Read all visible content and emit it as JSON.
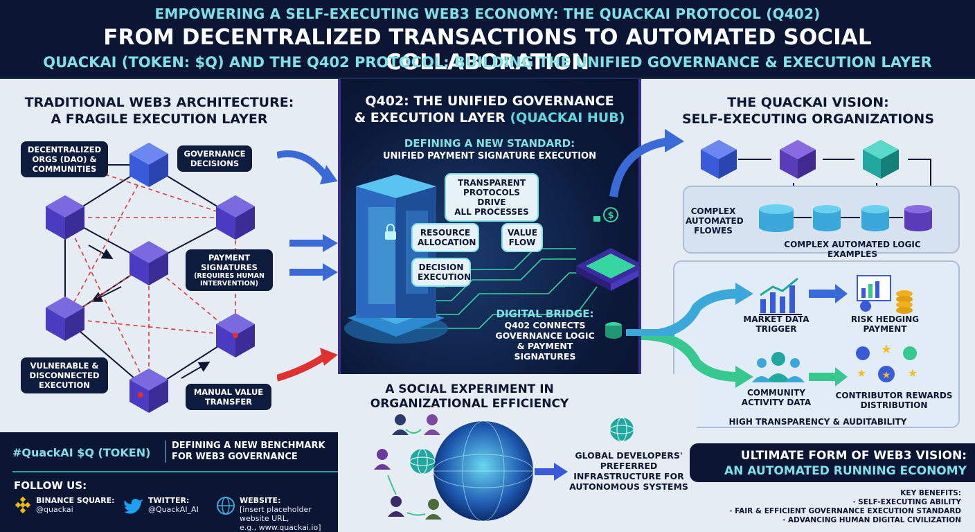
{
  "header": {
    "line1": "EMPOWERING A SELF-EXECUTING WEB3 ECONOMY: THE QUACKAI PROTOCOL (Q402)",
    "line2": "FROM DECENTRALIZED TRANSACTIONS TO AUTOMATED SOCIAL COLLABORATION",
    "line3": "QUACKAI (TOKEN: $Q) AND THE Q402 PROTOCOL: BUILDING THE UNIFIED GOVERNANCE & EXECUTION LAYER"
  },
  "left": {
    "title_line1": "TRADITIONAL WEB3 ARCHITECTURE:",
    "title_line2": "A FRAGILE EXECUTION LAYER",
    "labels": {
      "dao_l1": "DECENTRALIZED",
      "dao_l2": "ORGS (DAO) &",
      "dao_l3": "COMMUNITIES",
      "gov_l1": "GOVERNANCE",
      "gov_l2": "DECISIONS",
      "pay_l1": "PAYMENT",
      "pay_l2": "SIGNATURES",
      "pay_l3": "(REQUIRES HUMAN",
      "pay_l4": "INTERVENTION)",
      "vul_l1": "VULNERABLE &",
      "vul_l2": "DISCONNECTED",
      "vul_l3": "EXECUTION",
      "man_l1": "MANUAL VALUE",
      "man_l2": "TRANSFER"
    }
  },
  "center": {
    "title_line1": "Q402: THE UNIFIED GOVERNANCE",
    "title_line2a": "& EXECUTION LAYER",
    "title_line2b": "(QUACKAI HUB)",
    "sub1": "DEFINING A NEW STANDARD:",
    "sub2": "UNIFIED PAYMENT SIGNATURE EXECUTION",
    "bubbles": {
      "transparent_l1": "TRANSPARENT",
      "transparent_l2": "PROTOCOLS DRIVE",
      "transparent_l3": "ALL PROCESSES",
      "resource_l1": "RESOURCE",
      "resource_l2": "ALLOCATION",
      "value_l1": "VALUE",
      "value_l2": "FLOW",
      "decision_l1": "DECISION",
      "decision_l2": "EXECUTION"
    },
    "bridge_title": "DIGITAL BRIDGE:",
    "bridge_l1": "Q402 CONNECTS",
    "bridge_l2": "GOVERNANCE LOGIC",
    "bridge_l3": "& PAYMENT",
    "bridge_l4": "SIGNATURES"
  },
  "right": {
    "title_line1": "THE QUACKAI VISION:",
    "title_line2": "SELF-EXECUTING ORGANIZATIONS",
    "complex_l1": "COMPLEX",
    "complex_l2": "AUTOMATED",
    "complex_l3": "FLOWES",
    "complex_examples": "COMPLEX AUTOMATED LOGIC EXAMPLES",
    "market_l1": "MARKET DATA",
    "market_l2": "TRIGGER",
    "risk_l1": "RISK HEDGING",
    "risk_l2": "PAYMENT",
    "community_l1": "COMMUNITY",
    "community_l2": "ACTIVITY DATA",
    "contrib_l1": "CONTRIBUTOR REWARDS",
    "contrib_l2": "DISTRIBUTION",
    "transparency": "HIGH TRANSPARENCY & AUDITABILITY"
  },
  "social": {
    "title_l1": "A SOCIAL EXPERIMENT IN",
    "title_l2": "ORGANIZATIONAL EFFICIENCY",
    "global_l1": "GLOBAL DEVELOPERS'",
    "global_l2": "PREFERRED",
    "global_l3": "INFRASTRUCTURE FOR",
    "global_l4": "AUTONOMOUS SYSTEMS"
  },
  "footer": {
    "hashtag": "#QuackAI $Q (TOKEN)",
    "benchmark_l1": "DEFINING A NEW BENCHMARK",
    "benchmark_l2": "FOR WEB3 GOVERNANCE",
    "follow": "FOLLOW US:",
    "binance_label": "BINANCE SQUARE:",
    "binance_value": "@quackai",
    "twitter_label": "TWITTER:",
    "twitter_value": "@QuackAI_AI",
    "website_label": "WEBSITE:",
    "website_l1": "[insert placeholder website URL,",
    "website_l2": "e.g., www.quackai.io]"
  },
  "ultimate": {
    "line1": "ULTIMATE FORM OF WEB3 VISION:",
    "line2": "AN AUTOMATED RUNNING ECONOMY",
    "benefits_title": "KEY BENEFITS:",
    "benefit1": "SELF-EXECUTING ABILITY",
    "benefit2": "FAIR & EFFICIENT GOVERNANCE EXECUTION STANDARD",
    "benefit3": "ADVANCING HUMAN DIGITAL CIVILIZATION"
  },
  "colors": {
    "navy": "#0a1634",
    "teal": "#7fe0e6",
    "cube_blue": "#3a5bd9",
    "cube_purple": "#5a3bb8",
    "cube_teal": "#1fa8a0",
    "red_dash": "#d63a3a"
  },
  "icons": [
    "cube-icon",
    "lock-icon",
    "dollar-icon",
    "chart-icon",
    "coins-icon",
    "people-icon",
    "star-icon",
    "globe-icon",
    "binance-icon",
    "twitter-icon",
    "web-icon"
  ]
}
